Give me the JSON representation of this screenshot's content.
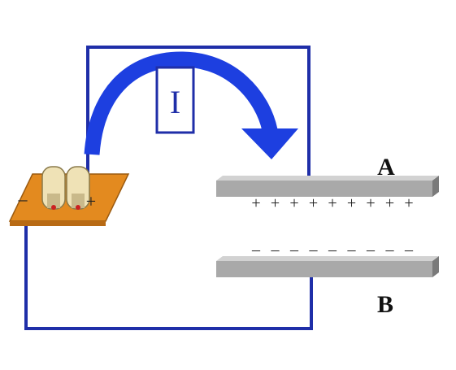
{
  "colors": {
    "wire": "#1f2ea8",
    "arrow": "#1d3fe0",
    "plate": "#a9a9a9",
    "plate_top": "#d2d2d2",
    "plate_edge": "#7a7a7a",
    "battery_base": "#e38a1f",
    "battery_cell": "#efe2b6"
  },
  "current_label": "I",
  "plates": {
    "top_label": "A",
    "bottom_label": "B",
    "top_charge_symbol": "+",
    "bottom_charge_symbol": "–",
    "charge_count": 9
  },
  "battery": {
    "negative_terminal": "–",
    "positive_terminal": "+"
  },
  "icons": {
    "battery": "battery-icon",
    "arrow": "current-arrow-icon"
  }
}
